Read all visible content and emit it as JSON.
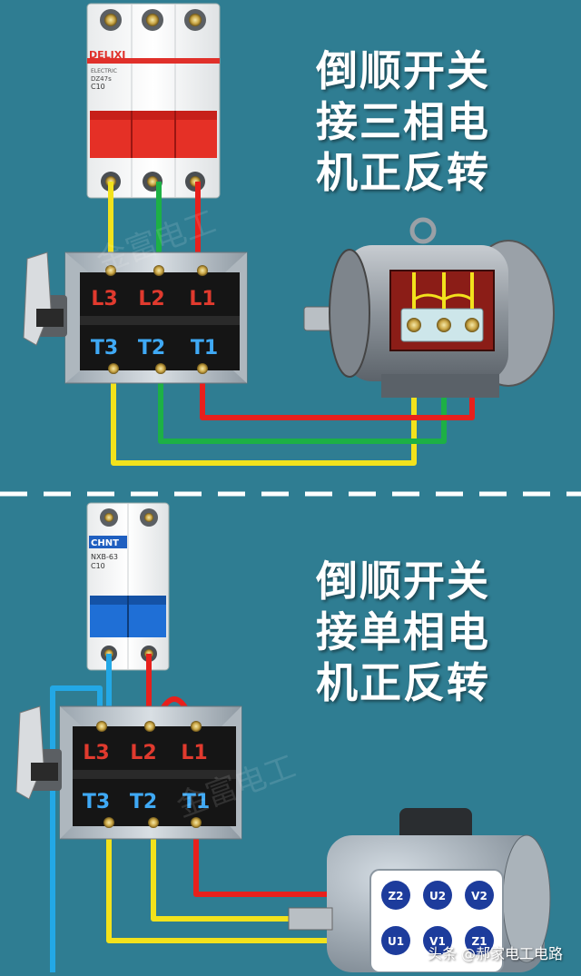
{
  "top": {
    "title_lines": [
      "倒顺开关",
      "接三相电",
      "机正反转"
    ],
    "breaker": {
      "brand": "DELIXI",
      "sub": "ELECTRIC",
      "model": "DZ47s",
      "rating": "C10"
    },
    "switch_inputs": [
      "L3",
      "L2",
      "L1"
    ],
    "switch_outputs": [
      "T3",
      "T2",
      "T1"
    ],
    "watermark": "金富电工"
  },
  "bottom": {
    "title_lines": [
      "倒顺开关",
      "接单相电",
      "机正反转"
    ],
    "breaker": {
      "brand": "CHNT",
      "model": "NXB-63",
      "rating": "C10"
    },
    "switch_inputs": [
      "L3",
      "L2",
      "L1"
    ],
    "switch_outputs": [
      "T3",
      "T2",
      "T1"
    ],
    "motor_terminals_top": [
      "Z2",
      "U2",
      "V2"
    ],
    "motor_terminals_bottom": [
      "U1",
      "V1",
      "Z1"
    ],
    "watermark": "金富电工"
  },
  "footer": {
    "text": "头条 @郝家电工电路"
  },
  "colors": {
    "background": "#2f7d92",
    "wire_yellow": "#f2e21c",
    "wire_green": "#1db045",
    "wire_red": "#e8201c",
    "wire_blue": "#23a8e6",
    "terminal_label_red": "#e03a2e",
    "terminal_label_blue": "#3fa9f5"
  }
}
